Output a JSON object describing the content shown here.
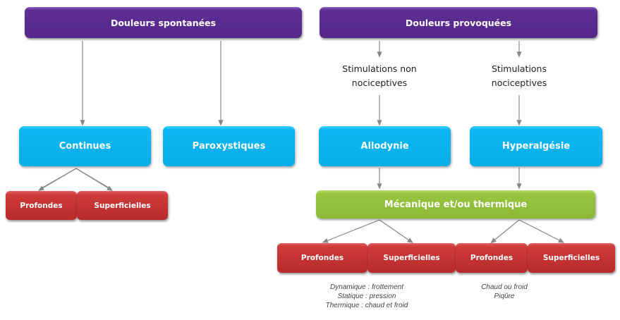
{
  "diagram": {
    "root_left": "Douleurs spontanées",
    "root_right": "Douleurs provoquées",
    "stim_non": [
      "Stimulations non",
      "nociceptives"
    ],
    "stim_noci": [
      "Stimulations",
      "nociceptives"
    ],
    "continues": "Continues",
    "paroxystiques": "Paroxystiques",
    "allodynie": "Allodynie",
    "hyperalgesie": "Hyperalgésie",
    "mecanique": "Mécanique et/ou thermique",
    "leaves": {
      "continues_profondes": "Profondes",
      "continues_superficielles": "Superficielles",
      "allo_profondes": "Profondes",
      "allo_superficielles": "Superficielles",
      "hyper_profondes": "Profondes",
      "hyper_superficielles": "Superficielles"
    },
    "notes_allodynie": [
      "Dynamique : frottement",
      "Statique : pression",
      "Thermique : chaud et froid"
    ],
    "notes_hyperalgesie": [
      "Chaud ou froid",
      "Piqûre"
    ]
  },
  "colors": {
    "purple": "#55288a",
    "cyan": "#07aee8",
    "green": "#8bb935",
    "red": "#cf3b3b",
    "connector": "#888888"
  }
}
